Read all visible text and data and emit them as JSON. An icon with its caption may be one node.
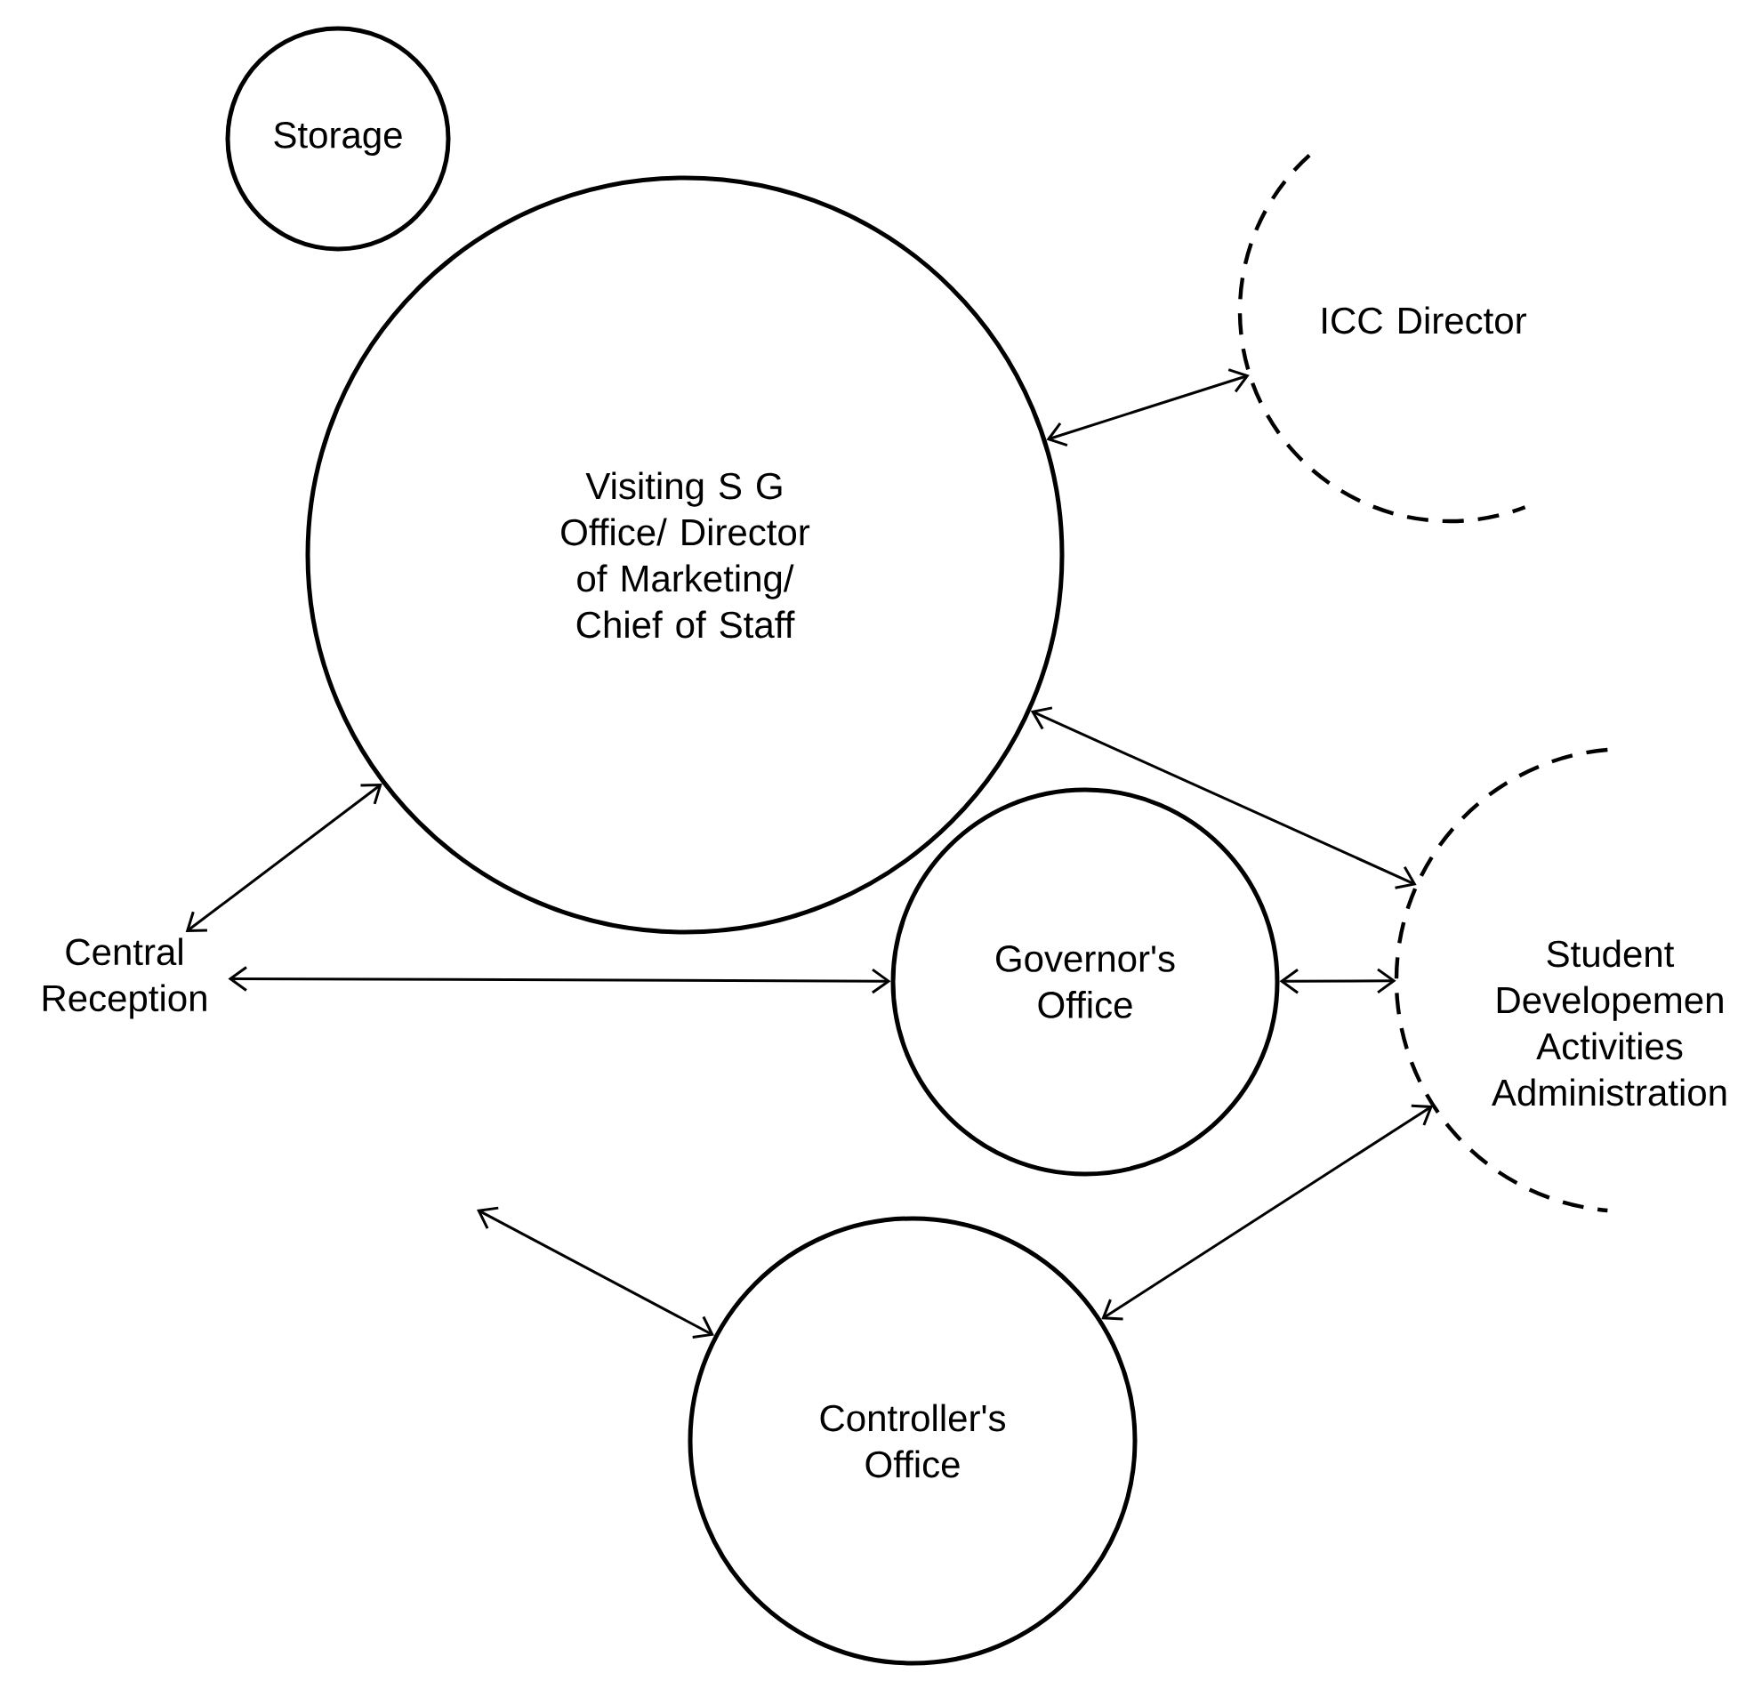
{
  "diagram": {
    "nodes": [
      {
        "text": [
          "Storage"
        ]
      },
      {
        "text": [
          "Visiting S G Office/ Director of Marketing/ Chief of Staff"
        ]
      },
      {
        "text": [
          "ICC Director"
        ]
      },
      {
        "text": [
          "Central Reception"
        ]
      },
      {
        "text": [
          "Governor's Office"
        ]
      },
      {
        "text": [
          "Student Developemen Activities Administration"
        ]
      },
      {
        "text": [
          "Controller's Office"
        ]
      }
    ],
    "edges": [
      {
        "from": 3,
        "to": 1,
        "arrow": "both"
      },
      {
        "from": 3,
        "to": 4,
        "arrow": "both"
      },
      {
        "from": null,
        "to": 6,
        "arrow": "both"
      },
      {
        "from": 1,
        "to": 2,
        "arrow": "both"
      },
      {
        "from": 1,
        "to": 5,
        "arrow": "both"
      },
      {
        "from": 4,
        "to": 5,
        "arrow": "both"
      },
      {
        "from": 6,
        "to": 5,
        "arrow": "both"
      }
    ]
  }
}
